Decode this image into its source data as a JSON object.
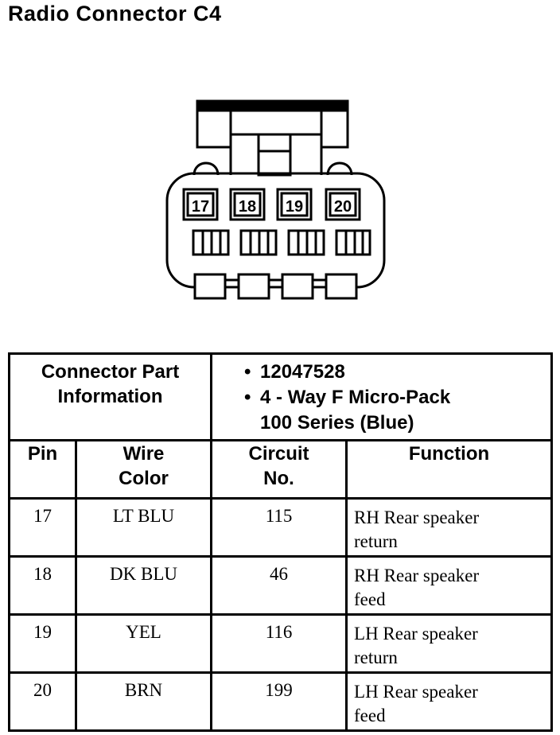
{
  "title": "Radio Connector C4",
  "connector": {
    "pins": [
      "17",
      "18",
      "19",
      "20"
    ]
  },
  "part_info": {
    "label_line1": "Connector Part",
    "label_line2": "Information",
    "part_number": "12047528",
    "description_line1": "4 - Way F Micro-Pack",
    "description_line2": "100 Series (Blue)"
  },
  "columns": {
    "pin": "Pin",
    "wire_color_line1": "Wire",
    "wire_color_line2": "Color",
    "circuit_line1": "Circuit",
    "circuit_line2": "No.",
    "function": "Function"
  },
  "rows": [
    {
      "pin": "17",
      "wire_color": "LT BLU",
      "circuit": "115",
      "function_line1": "RH Rear speaker",
      "function_line2": "return"
    },
    {
      "pin": "18",
      "wire_color": "DK BLU",
      "circuit": "46",
      "function_line1": "RH Rear speaker",
      "function_line2": "feed"
    },
    {
      "pin": "19",
      "wire_color": "YEL",
      "circuit": "116",
      "function_line1": "LH Rear speaker",
      "function_line2": "return"
    },
    {
      "pin": "20",
      "wire_color": "BRN",
      "circuit": "199",
      "function_line1": "LH Rear speaker",
      "function_line2": "feed"
    }
  ]
}
